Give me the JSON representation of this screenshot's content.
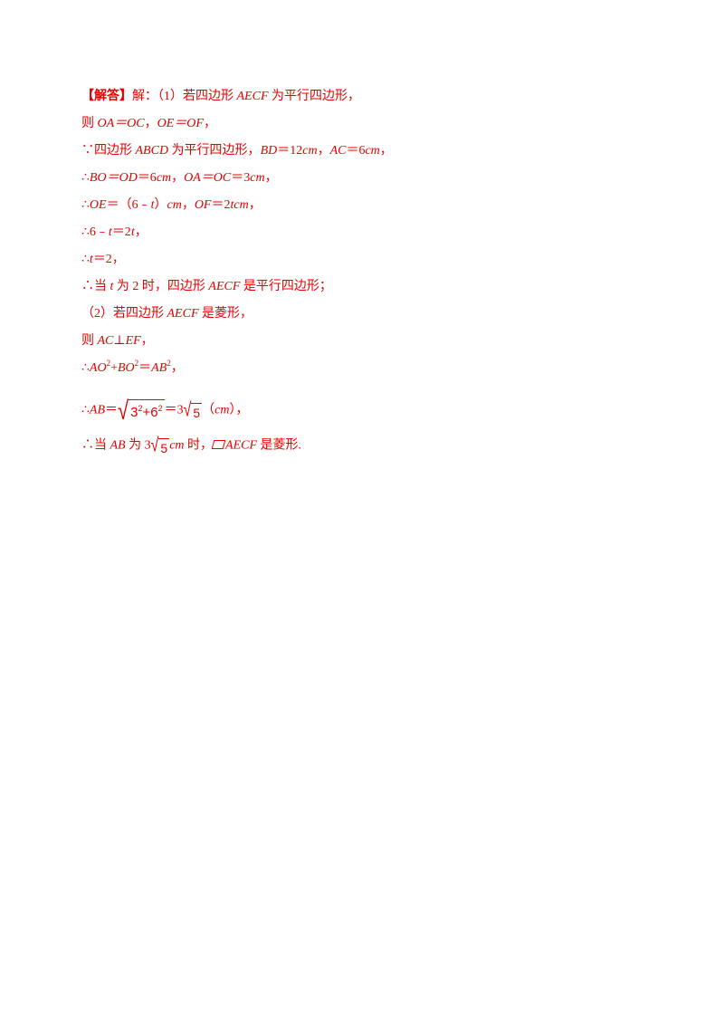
{
  "solution": {
    "line1": {
      "header": "【解答】",
      "rest": "解：（1）若四边形 ",
      "shape": "AECF",
      "tail": " 为平行四边形，"
    },
    "line2": {
      "pre": "则 ",
      "eq1": "OA＝OC",
      "sep": "，",
      "eq2": "OE＝OF",
      "tail": "，"
    },
    "line3": {
      "pre": "∵四边形 ",
      "shape": "ABCD",
      "mid": " 为平行四边形，",
      "bd": "BD",
      "bdval": "＝12",
      "cm1": "cm",
      "sep": "，",
      "ac": "AC",
      "acval": "＝6",
      "cm2": "cm",
      "tail": "，"
    },
    "line4": {
      "pre": "∴",
      "eq1": "BO＝OD",
      "v1": "＝6",
      "cm1": "cm",
      "sep": "，",
      "eq2": "OA＝OC",
      "v2": "＝3",
      "cm2": "cm",
      "tail": "，"
    },
    "line5": {
      "pre": "∴",
      "oe": "OE",
      "mid": "＝（6﹣",
      "t": "t",
      "close": "）",
      "cm": "cm",
      "sep": "，",
      "of": "OF",
      "val": "＝2",
      "tcm": "tcm",
      "tail": "，"
    },
    "line6": {
      "pre": "∴6﹣",
      "t": "t",
      "mid": "＝2",
      "t2": "t",
      "tail": "，"
    },
    "line7": {
      "pre": "∴",
      "t": "t",
      "tail": "＝2，"
    },
    "line8": {
      "pre": "∴当 ",
      "t": "t",
      "mid": " 为 2 时，四边形 ",
      "shape": "AECF",
      "tail": " 是平行四边形；"
    },
    "line9": {
      "pre": "（2）若四边形 ",
      "shape": "AECF",
      "tail": " 是菱形，"
    },
    "line10": {
      "pre": "则 ",
      "ac": "AC",
      "perp": "⊥",
      "ef": "EF",
      "tail": "，"
    },
    "line11": {
      "pre": "∴",
      "ao": "AO",
      "sq1": "2",
      "plus": "+",
      "bo": "BO",
      "sq2": "2",
      "eq": "＝",
      "ab": "AB",
      "sq3": "2",
      "tail": "，"
    },
    "line12": {
      "pre": "∴",
      "ab": "AB",
      "eq": "＝",
      "r1a": "3",
      "r1as": "2",
      "r1plus": "+",
      "r1b": "6",
      "r1bs": "2",
      "eq2": "＝3",
      "r2": "5",
      "tail": "（",
      "cm": "cm",
      "close": "），"
    },
    "line13": {
      "pre": "∴当 ",
      "ab": "AB",
      "mid": " 为 3",
      "r": "5",
      "cm": "cm",
      "mid2": " 时，",
      "shape": "AECF",
      "tail": " 是菱形."
    }
  }
}
